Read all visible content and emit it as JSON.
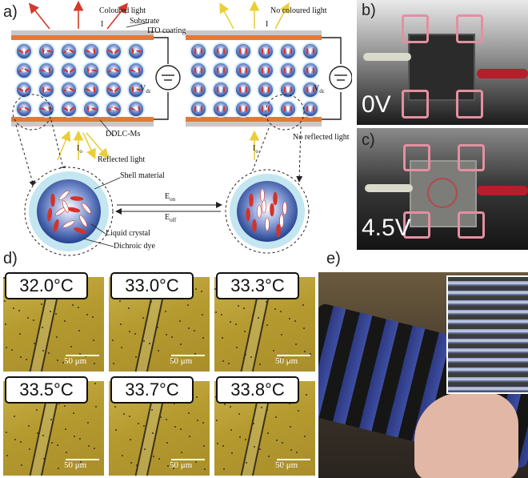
{
  "panels": {
    "a": "a)",
    "b": "b)",
    "c": "c)",
    "d": "d)",
    "e": "e)"
  },
  "schematic": {
    "left": {
      "coloured_light": "Coloured light",
      "intensity": "I",
      "substrate": "Substrate",
      "ito": "ITO coating",
      "voltage": "V",
      "voltage_sub": "dc",
      "ddlc": "DDLC-Ms",
      "io": "I",
      "io_sub": "o",
      "reflected": "Reflected light"
    },
    "right": {
      "no_coloured": "No coloured light",
      "intensity": "I",
      "voltage": "V",
      "voltage_sub": "dc",
      "io": "I",
      "io_sub": "o",
      "no_reflected": "No reflected light"
    },
    "droplet": {
      "shell": "Shell material",
      "e_on": "E",
      "e_on_sub": "on",
      "e_off": "E",
      "e_off_sub": "off",
      "liquid_crystal": "Liquid crystal",
      "dye": "Dichroic dye"
    }
  },
  "photos": {
    "b_voltage": "0V",
    "c_voltage": "4.5V"
  },
  "temperature_series": {
    "scale": "50 μm",
    "temps": [
      "32.0°C",
      "33.0°C",
      "33.3°C",
      "33.5°C",
      "33.7°C",
      "33.8°C"
    ]
  },
  "colors": {
    "electrode": "#e07a3a",
    "droplet_core": "#3454a8",
    "droplet_shell": "#bfe3f0",
    "arrow_red": "#d23a2a",
    "arrow_yellow": "#e8d24a",
    "clip_pink": "#e58fa2",
    "micrograph": "#b8a03a"
  }
}
